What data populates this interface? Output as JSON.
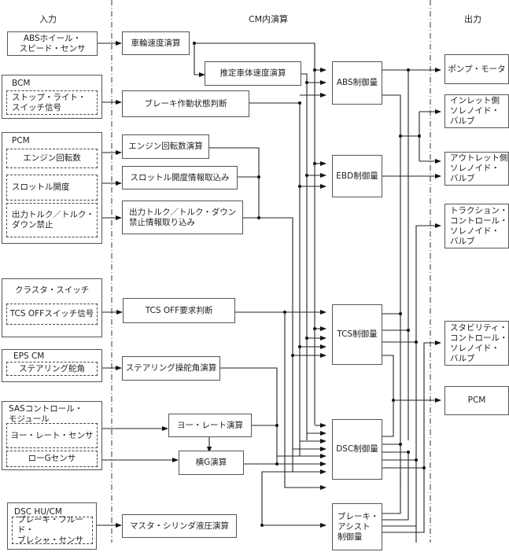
{
  "headers": {
    "input": "入力",
    "calc": "CM内演算",
    "output": "出力"
  },
  "inputs": {
    "abs_sensor": "ABSホイール・\nスピード・センサ",
    "bcm": {
      "title": "BCM",
      "items": [
        "ストップ・ライト・\nスイッチ信号"
      ]
    },
    "pcm": {
      "title": "PCM",
      "items": [
        "エンジン回転数",
        "スロットル開度",
        "出力トルク／トルク・\nダウン禁止"
      ]
    },
    "cluster": {
      "title": "クラスタ・スイッチ",
      "items": [
        "TCS OFFスイッチ信号"
      ]
    },
    "eps": {
      "title": "EPS CM",
      "items": [
        "ステアリング舵角"
      ]
    },
    "sas": {
      "title": "SASコントロール・\nモジュール",
      "items": [
        "ヨー・レート・センサ",
        "ローGセンサ"
      ]
    },
    "dsc_hu": {
      "title": "DSC HU/CM",
      "items": [
        "ブレーキ・フルード・\nブレシャ・センサ"
      ]
    }
  },
  "calcs": {
    "wheel_speed": "車輪速度演算",
    "vehicle_speed": "推定車体速度演算",
    "brake_state": "ブレーキ作動状態判断",
    "engine_rpm": "エンジン回転数演算",
    "throttle": "スロットル開度情報取込み",
    "torque": "出力トルク／トルク・ダウン\n禁止情報取り込み",
    "tcs_off": "TCS OFF要求判断",
    "steering": "ステアリング操舵角演算",
    "yaw_rate": "ヨー・レート演算",
    "lateral_g": "横G演算",
    "master_cyl": "マスタ・シリンダ液圧演算"
  },
  "controls": {
    "abs": "ABS制御量",
    "ebd": "EBD制御量",
    "tcs": "TCS制御量",
    "dsc": "DSC制御量",
    "brake_assist": "ブレーキ・\nアシスト\n制御量"
  },
  "outputs": {
    "pump_motor": "ポンプ・モータ",
    "inlet_valve": "インレット側\nソレノイド・\nバルブ",
    "outlet_valve": "アウトレット側\nソレノイド・\nバルブ",
    "traction_valve": "トラクション・\nコントロール・\nソレノイド・\nバルブ",
    "stability_valve": "スタビリティ・\nコントロール・\nソレノイド・\nバルブ",
    "pcm": "PCM"
  }
}
